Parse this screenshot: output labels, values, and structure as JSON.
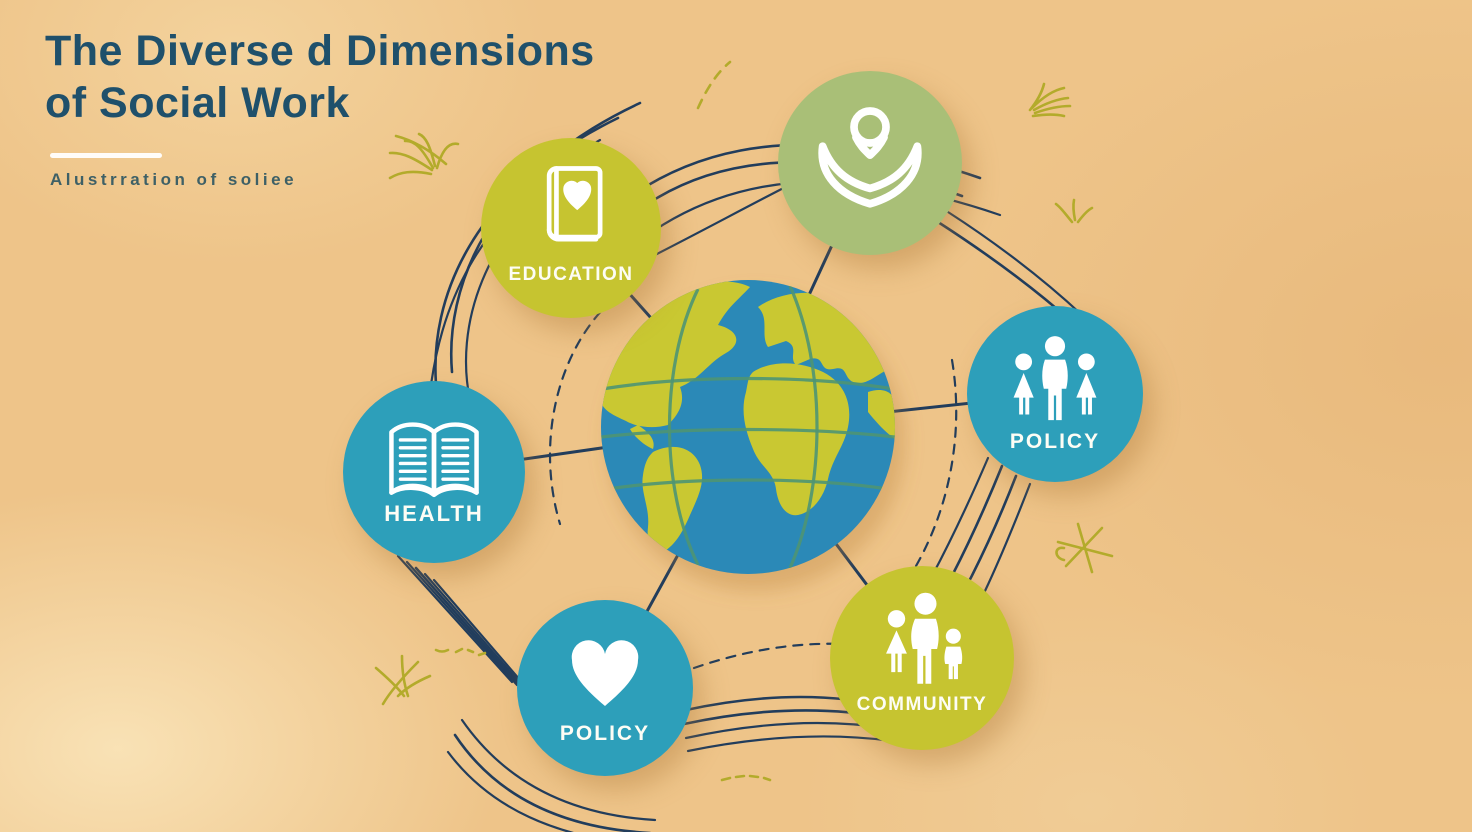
{
  "header": {
    "title_line1": "The Diverse d Dimensions",
    "title_line2": "of Social Work",
    "subtitle": "Alustrration of soliee"
  },
  "nodes": [
    {
      "id": "care",
      "label": "",
      "icon": "hands-care-icon",
      "color": "#a9bf77"
    },
    {
      "id": "education",
      "label": "EDUCATION",
      "icon": "book-heart-icon",
      "color": "#c6c430"
    },
    {
      "id": "health",
      "label": "HEALTH",
      "icon": "open-book-icon",
      "color": "#2d9fba"
    },
    {
      "id": "policy_right",
      "label": "POLICY",
      "icon": "family-icon",
      "color": "#2d9fba"
    },
    {
      "id": "policy_bottom",
      "label": "POLICY",
      "icon": "heart-icon",
      "color": "#2d9fba"
    },
    {
      "id": "community",
      "label": "COMMUNITY",
      "icon": "family-group-icon",
      "color": "#c6c430"
    }
  ],
  "globe": {
    "description": "central earth globe",
    "ocean": "#2b89b7",
    "land": "#c9c832",
    "grid": "#4e9573"
  },
  "colors": {
    "bg": "#eec489",
    "title": "#1f506b",
    "subtitle": "#3e6066",
    "navy": "#223d5c",
    "olive": "#b3ab2b",
    "chartreuse": "#c6c430",
    "sage": "#a9bf77",
    "teal": "#2d9fba",
    "ocean": "#2b89b7",
    "land": "#c9c832",
    "grid": "#4e9573",
    "label": "#fdfdf5"
  }
}
